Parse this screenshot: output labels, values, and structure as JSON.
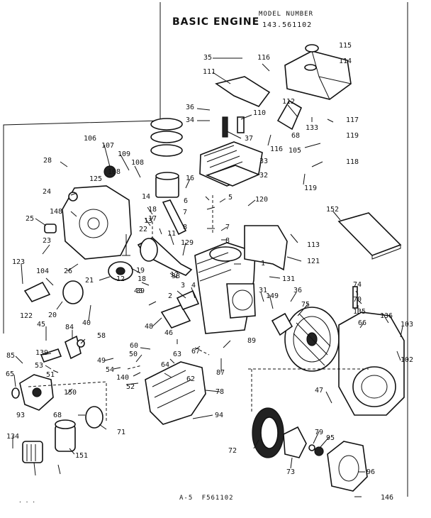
{
  "header": {
    "title": "BASIC ENGINE",
    "model_label": "MODEL NUMBER",
    "model_number": "143.561102"
  },
  "footer": {
    "page_ref": "A-5   F561102",
    "dots": ". . ."
  },
  "part_labels": [
    "115",
    "114",
    "35",
    "116",
    "111",
    "36",
    "34",
    "110",
    "112",
    "133",
    "68",
    "117",
    "119",
    "37",
    "116",
    "33",
    "32",
    "105",
    "118",
    "119",
    "106",
    "107",
    "109",
    "108",
    "28",
    "125",
    "108",
    "14",
    "16",
    "6",
    "5",
    "120",
    "152",
    "24",
    "148",
    "25",
    "18",
    "17",
    "7",
    "7",
    "8",
    "8",
    "13",
    "22",
    "11",
    "129",
    "113",
    "121",
    "23",
    "26",
    "1",
    "131",
    "123",
    "104",
    "122",
    "21",
    "12",
    "19",
    "18",
    "17",
    "39",
    "38",
    "2",
    "3",
    "4",
    "31",
    "149",
    "36",
    "75",
    "74",
    "70",
    "135",
    "66",
    "136",
    "103",
    "102",
    "20",
    "40",
    "43",
    "48",
    "46",
    "45",
    "84",
    "58",
    "139",
    "60",
    "63",
    "67",
    "89",
    "87",
    "85",
    "53",
    "51",
    "49",
    "54",
    "50",
    "140",
    "52",
    "64",
    "62",
    "78",
    "47",
    "65",
    "150",
    "94",
    "93",
    "68",
    "71",
    "72",
    "79",
    "95",
    "134",
    "151",
    "73",
    "96",
    "146"
  ]
}
